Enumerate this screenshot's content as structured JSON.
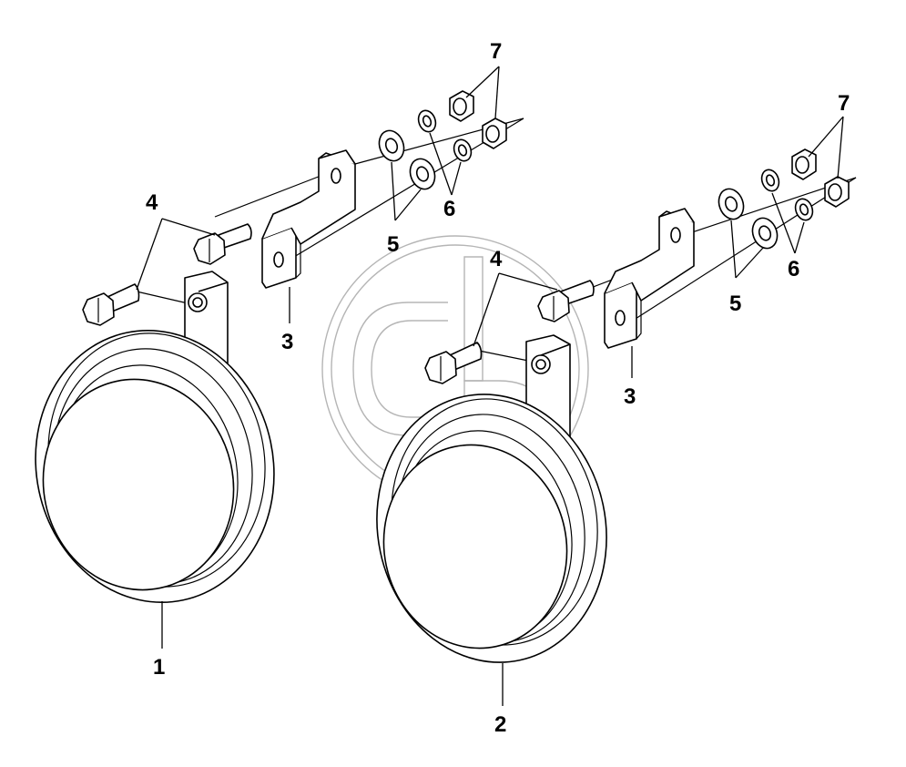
{
  "diagram": {
    "callouts": {
      "horn_left": "1",
      "horn_right": "2",
      "bracket_left": "3",
      "bracket_right": "3",
      "bolts_left": "4",
      "bolts_right": "4",
      "washers_left": "5",
      "washers_right": "5",
      "lockwashers_left": "6",
      "lockwashers_right": "6",
      "nuts_left": "7",
      "nuts_right": "7"
    }
  },
  "colors": {
    "line": "#000000",
    "background": "#ffffff",
    "watermark": "#b5b5b5"
  }
}
